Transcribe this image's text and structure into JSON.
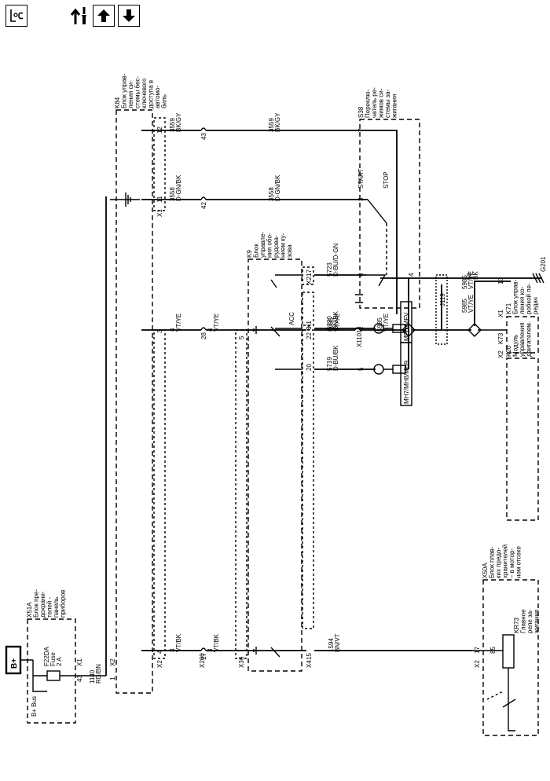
{
  "toolbar": {
    "locator_icon": "locator-icon",
    "swap_icon": "swap-wrench-icon",
    "up_icon": "arrow-up-icon",
    "down_icon": "arrow-down-icon"
  },
  "supply": {
    "label": "B+",
    "bus_label": "B+ Bus"
  },
  "modules": {
    "x51a": [
      "X51A",
      "Блок пре-",
      "дохрани-",
      "телей -",
      "панель",
      "приборов"
    ],
    "k84": [
      "K84",
      "Блок управ-",
      "ления си-",
      "стемы бес-",
      "ключевого",
      "доступа в",
      "автомо-",
      "биль"
    ],
    "s38": [
      "S38",
      "Переклю-",
      "чатель ре-",
      "жимов си-",
      "стемы за-",
      "жигания"
    ],
    "k9": [
      "K9",
      "Блок",
      "управле-",
      "ния обо-",
      "рудова-",
      "нием ку-",
      "зова"
    ],
    "k71": [
      "K71",
      "Блок управ-",
      "ления ко-",
      "робкой пе-",
      "редач"
    ],
    "k20": [
      "K20",
      "Модуль",
      "управления",
      "двигателем."
    ],
    "x50a": [
      "X50A",
      "Блок плав-",
      "ких предо-",
      "хранителей",
      "– в мотор-",
      "ном отсеке"
    ],
    "kr73": [
      "KR73",
      "Главное",
      "реле за-",
      "жигания"
    ]
  },
  "fuse": {
    "id": "F22DA",
    "name": "Fuse",
    "rating": "2 A"
  },
  "ignition": {
    "start": "START",
    "stop": "STOP",
    "acc": "ACC"
  },
  "options": {
    "mfh_mfv": "MFH/MFV",
    "mh7": "MH7/MH8/MH9"
  },
  "splices": {
    "j119": "J119"
  },
  "grounds": {
    "g201": "G201"
  },
  "connectors": {
    "x1": "X1",
    "x2": "X2",
    "x3": "X3",
    "x4": "X4",
    "x110": "X110",
    "x200": "X200",
    "k73": "K73"
  },
  "pins": {
    "fuse_out": "43",
    "fuse_to_k84": "1",
    "k84_12": "12",
    "k84_11": "11",
    "k84_3": "3",
    "k84_4": "4",
    "inline_43": "43",
    "inline_42": "42",
    "inline_28": "28",
    "inline_17": "17",
    "s38_7": "7",
    "s38_3": "3",
    "s38_6": "6",
    "s38_4": "4",
    "s38_2": "2",
    "s38_5": "5",
    "k9_17": "17",
    "k9_8": "8",
    "k9_20": "20",
    "k9_22": "22",
    "k9_15": "15",
    "x3_5": "5",
    "x3_6": "6",
    "x110_11": "11",
    "k71_13": "13",
    "x50a_17": "17",
    "kr73_85": "85"
  },
  "wires": [
    {
      "circuit": "1140",
      "color": "RD/BN"
    },
    {
      "circuit": "3559",
      "color": "BK/GY"
    },
    {
      "circuit": "3558",
      "color": "D-GN/BK"
    },
    {
      "circuit": "4",
      "color": "VT/YE"
    },
    {
      "circuit": "3",
      "color": "VT/BK"
    },
    {
      "circuit": "5723",
      "color": "D-BU/D-GN"
    },
    {
      "circuit": "5720",
      "color": "BN/BK"
    },
    {
      "circuit": "5719",
      "color": "D-BU/BK"
    },
    {
      "circuit": "50",
      "color": "BK"
    },
    {
      "circuit": "5985",
      "color": "VT/YE"
    },
    {
      "circuit": "1594",
      "color": "BN/VT"
    }
  ]
}
